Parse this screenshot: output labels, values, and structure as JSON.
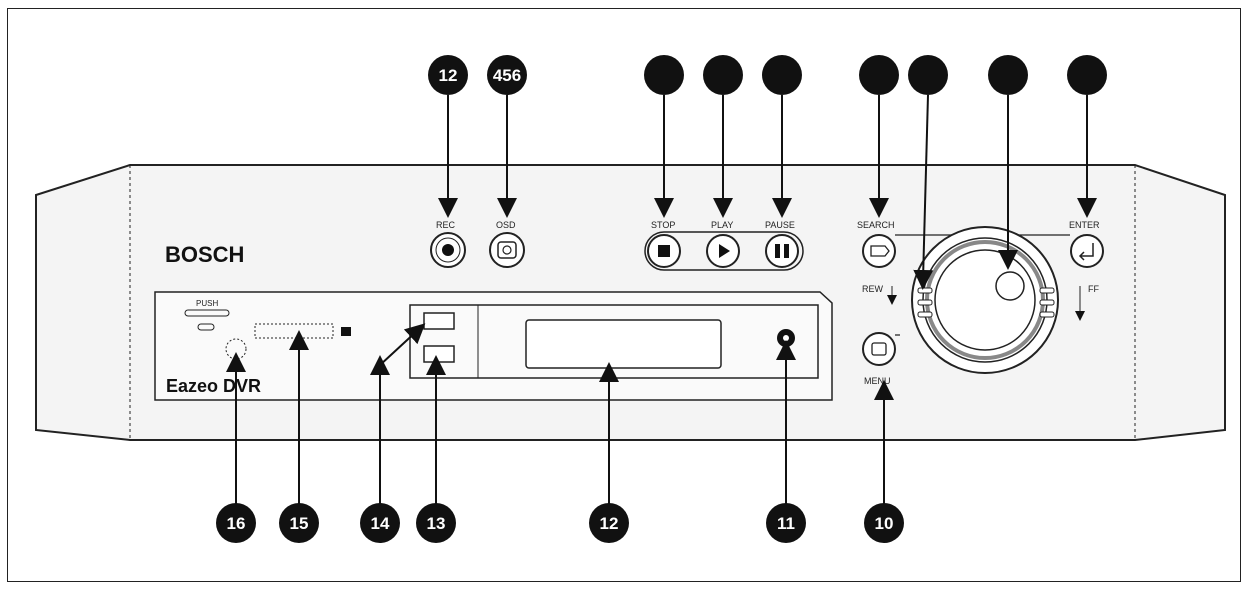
{
  "brand": "BOSCH",
  "model": "Eazeo DVR",
  "push_label": "PUSH",
  "buttons": {
    "rec": "REC",
    "osd": "OSD",
    "stop": "STOP",
    "play": "PLAY",
    "pause": "PAUSE",
    "search": "SEARCH",
    "enter": "ENTER",
    "menu": "MENU",
    "rew": "REW",
    "ff": "FF"
  },
  "callouts_top": [
    "12",
    "456",
    "",
    "",
    "",
    "",
    "",
    "",
    ""
  ],
  "callouts_bottom": [
    "16",
    "15",
    "14",
    "13",
    "12",
    "11",
    "10"
  ],
  "colors": {
    "line": "#222222",
    "panel": "#f4f4f4",
    "callout": "#111111"
  }
}
